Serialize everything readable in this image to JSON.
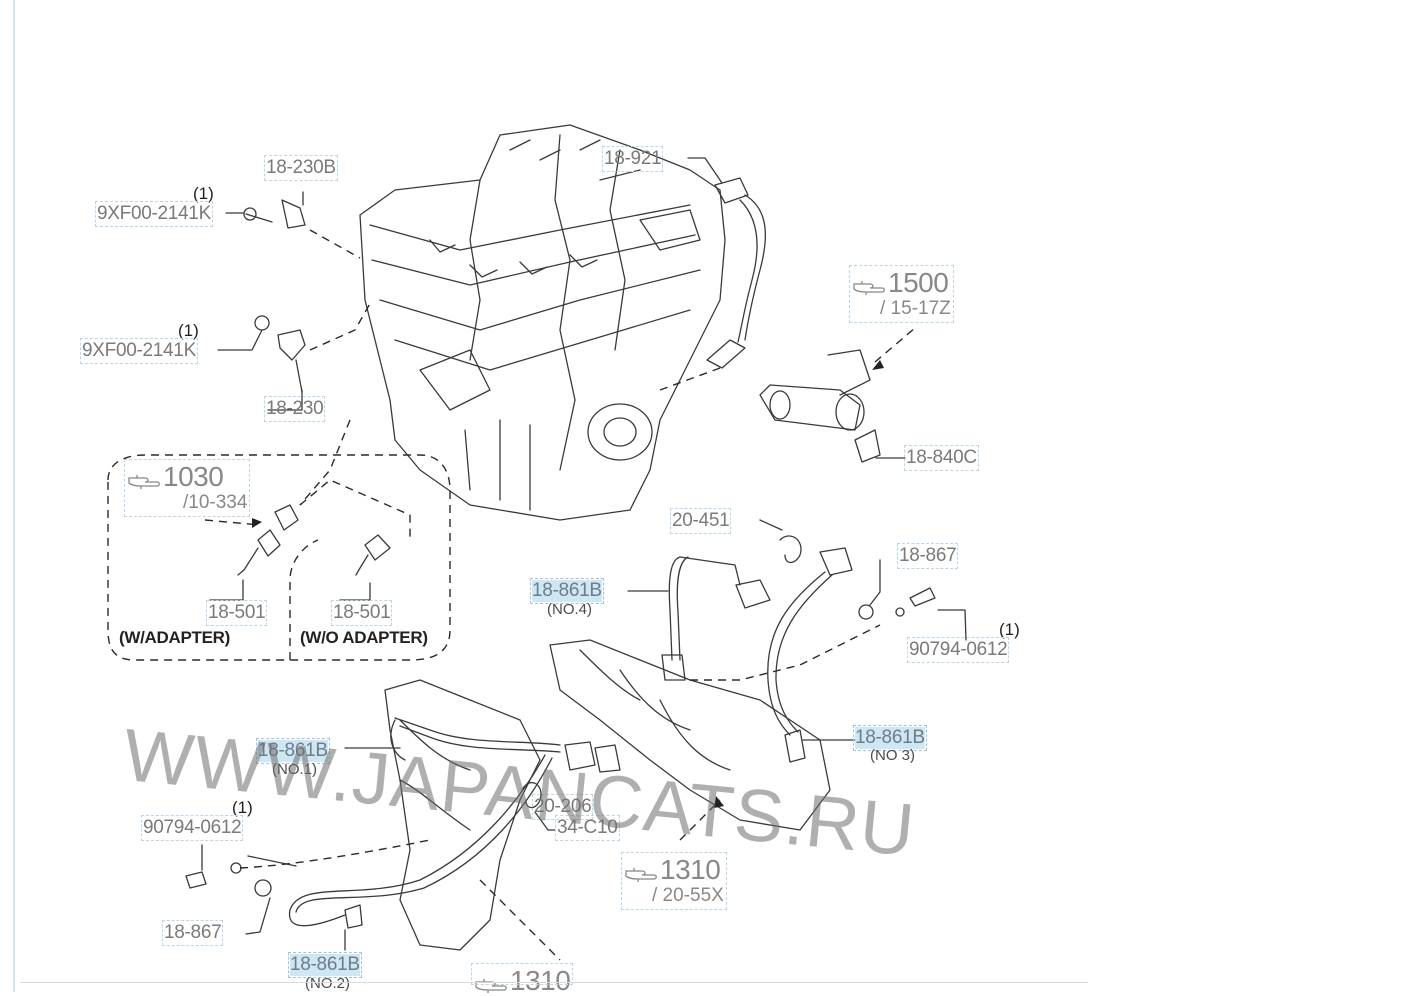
{
  "diagram": {
    "part_labels": {
      "p18_230B": "18-230B",
      "p9XF00_a": "9XF00-2141K",
      "p9XF00_b": "9XF00-2141K",
      "p18_230": "18-230",
      "p18_921": "18-921",
      "p18_840C": "18-840C",
      "p18_501_a": "18-501",
      "p18_501_b": "18-501",
      "p20_451": "20-451",
      "p18_861B_no4": "18-861B",
      "p18_867_a": "18-867",
      "p90794_a": "90794-0612",
      "p18_861B_no3": "18-861B",
      "p18_861B_no1": "18-861B",
      "p90794_b": "90794-0612",
      "p20_206": "20-206",
      "p34_C10": "34-C10",
      "p18_867_b": "18-867",
      "p18_861B_no2": "18-861B"
    },
    "sub_labels": {
      "no4": "(NO.4)",
      "no3": "(NO 3)",
      "no1": "(NO.1)",
      "no2": "(NO.2)"
    },
    "qty": "(1)",
    "refs": {
      "r1500": {
        "num": "1500",
        "sub": "/ 15-17Z"
      },
      "r1030": {
        "num": "1030",
        "sub": "/10-334"
      },
      "r1310a": {
        "num": "1310",
        "sub": "/ 20-55X"
      },
      "r1310b": {
        "num": "1310",
        "sub": ""
      }
    },
    "variants": {
      "with_adapter": "(W/ADAPTER)",
      "without_adapter": "(W/O ADAPTER)"
    }
  },
  "watermark": "WWW.JAPANCATS.RU",
  "colors": {
    "line": "#3a3a3a",
    "label_text": "#7a7a7a",
    "highlight": "#cfe6f5",
    "link_outline": "#b9d7ea"
  }
}
